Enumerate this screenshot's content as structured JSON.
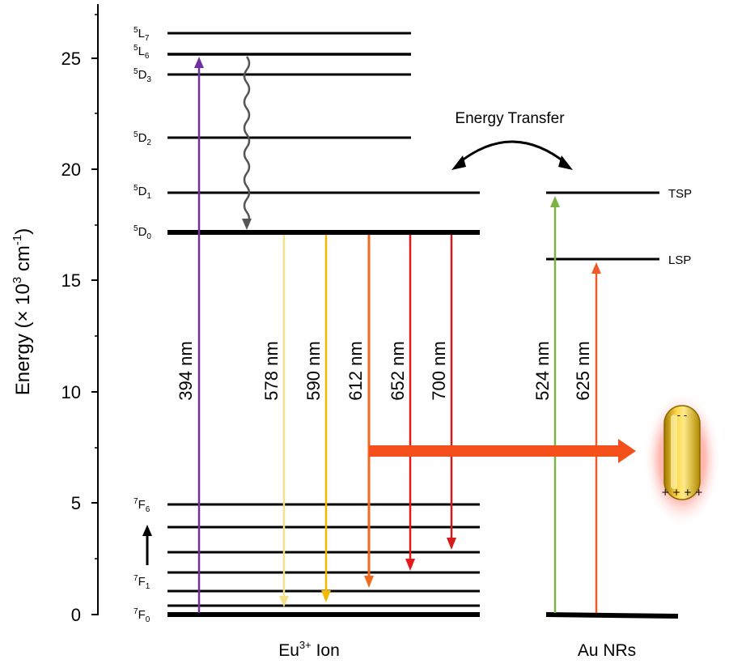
{
  "axis": {
    "title_main": "Energy (× 10",
    "title_exp": "3",
    "title_unit": " cm",
    "title_unit_exp": "-1",
    "title_close": ")",
    "ticks": [
      "0",
      "5",
      "10",
      "15",
      "20",
      "25"
    ]
  },
  "eu_states": {
    "L7": {
      "mult": "5",
      "letter": "L",
      "sub": "7"
    },
    "L6": {
      "mult": "5",
      "letter": "L",
      "sub": "6"
    },
    "D3": {
      "mult": "5",
      "letter": "D",
      "sub": "3"
    },
    "D2": {
      "mult": "5",
      "letter": "D",
      "sub": "2"
    },
    "D1": {
      "mult": "5",
      "letter": "D",
      "sub": "1"
    },
    "D0": {
      "mult": "5",
      "letter": "D",
      "sub": "0"
    },
    "F6": {
      "mult": "7",
      "letter": "F",
      "sub": "6"
    },
    "F1": {
      "mult": "7",
      "letter": "F",
      "sub": "1"
    },
    "F0": {
      "mult": "7",
      "letter": "F",
      "sub": "0"
    }
  },
  "transitions": {
    "excitation": "394 nm",
    "em_578": "578 nm",
    "em_590": "590 nm",
    "em_612": "612 nm",
    "em_652": "652 nm",
    "em_700": "700 nm",
    "au_524": "524 nm",
    "au_625": "625 nm"
  },
  "au_levels": {
    "tsp": "TSP",
    "lsp": "LSP"
  },
  "energy_transfer": "Energy Transfer",
  "groups": {
    "eu_base": "Eu",
    "eu_sup": "3+",
    "eu_rest": " Ion",
    "au": "Au NRs"
  },
  "nanorod_charges": {
    "top": "- -",
    "bottom": "+ + + +"
  },
  "colors": {
    "excitation": "#7030a0",
    "em_578": "#f5e08a",
    "em_590": "#f5b800",
    "em_612": "#f06a1e",
    "em_652": "#e5191b",
    "em_700": "#d61a1a",
    "au_524": "#7cb342",
    "au_625": "#f05a28",
    "transfer_arrow": "#f5501c",
    "relaxation": "#555555",
    "gold": "#e0b000"
  }
}
